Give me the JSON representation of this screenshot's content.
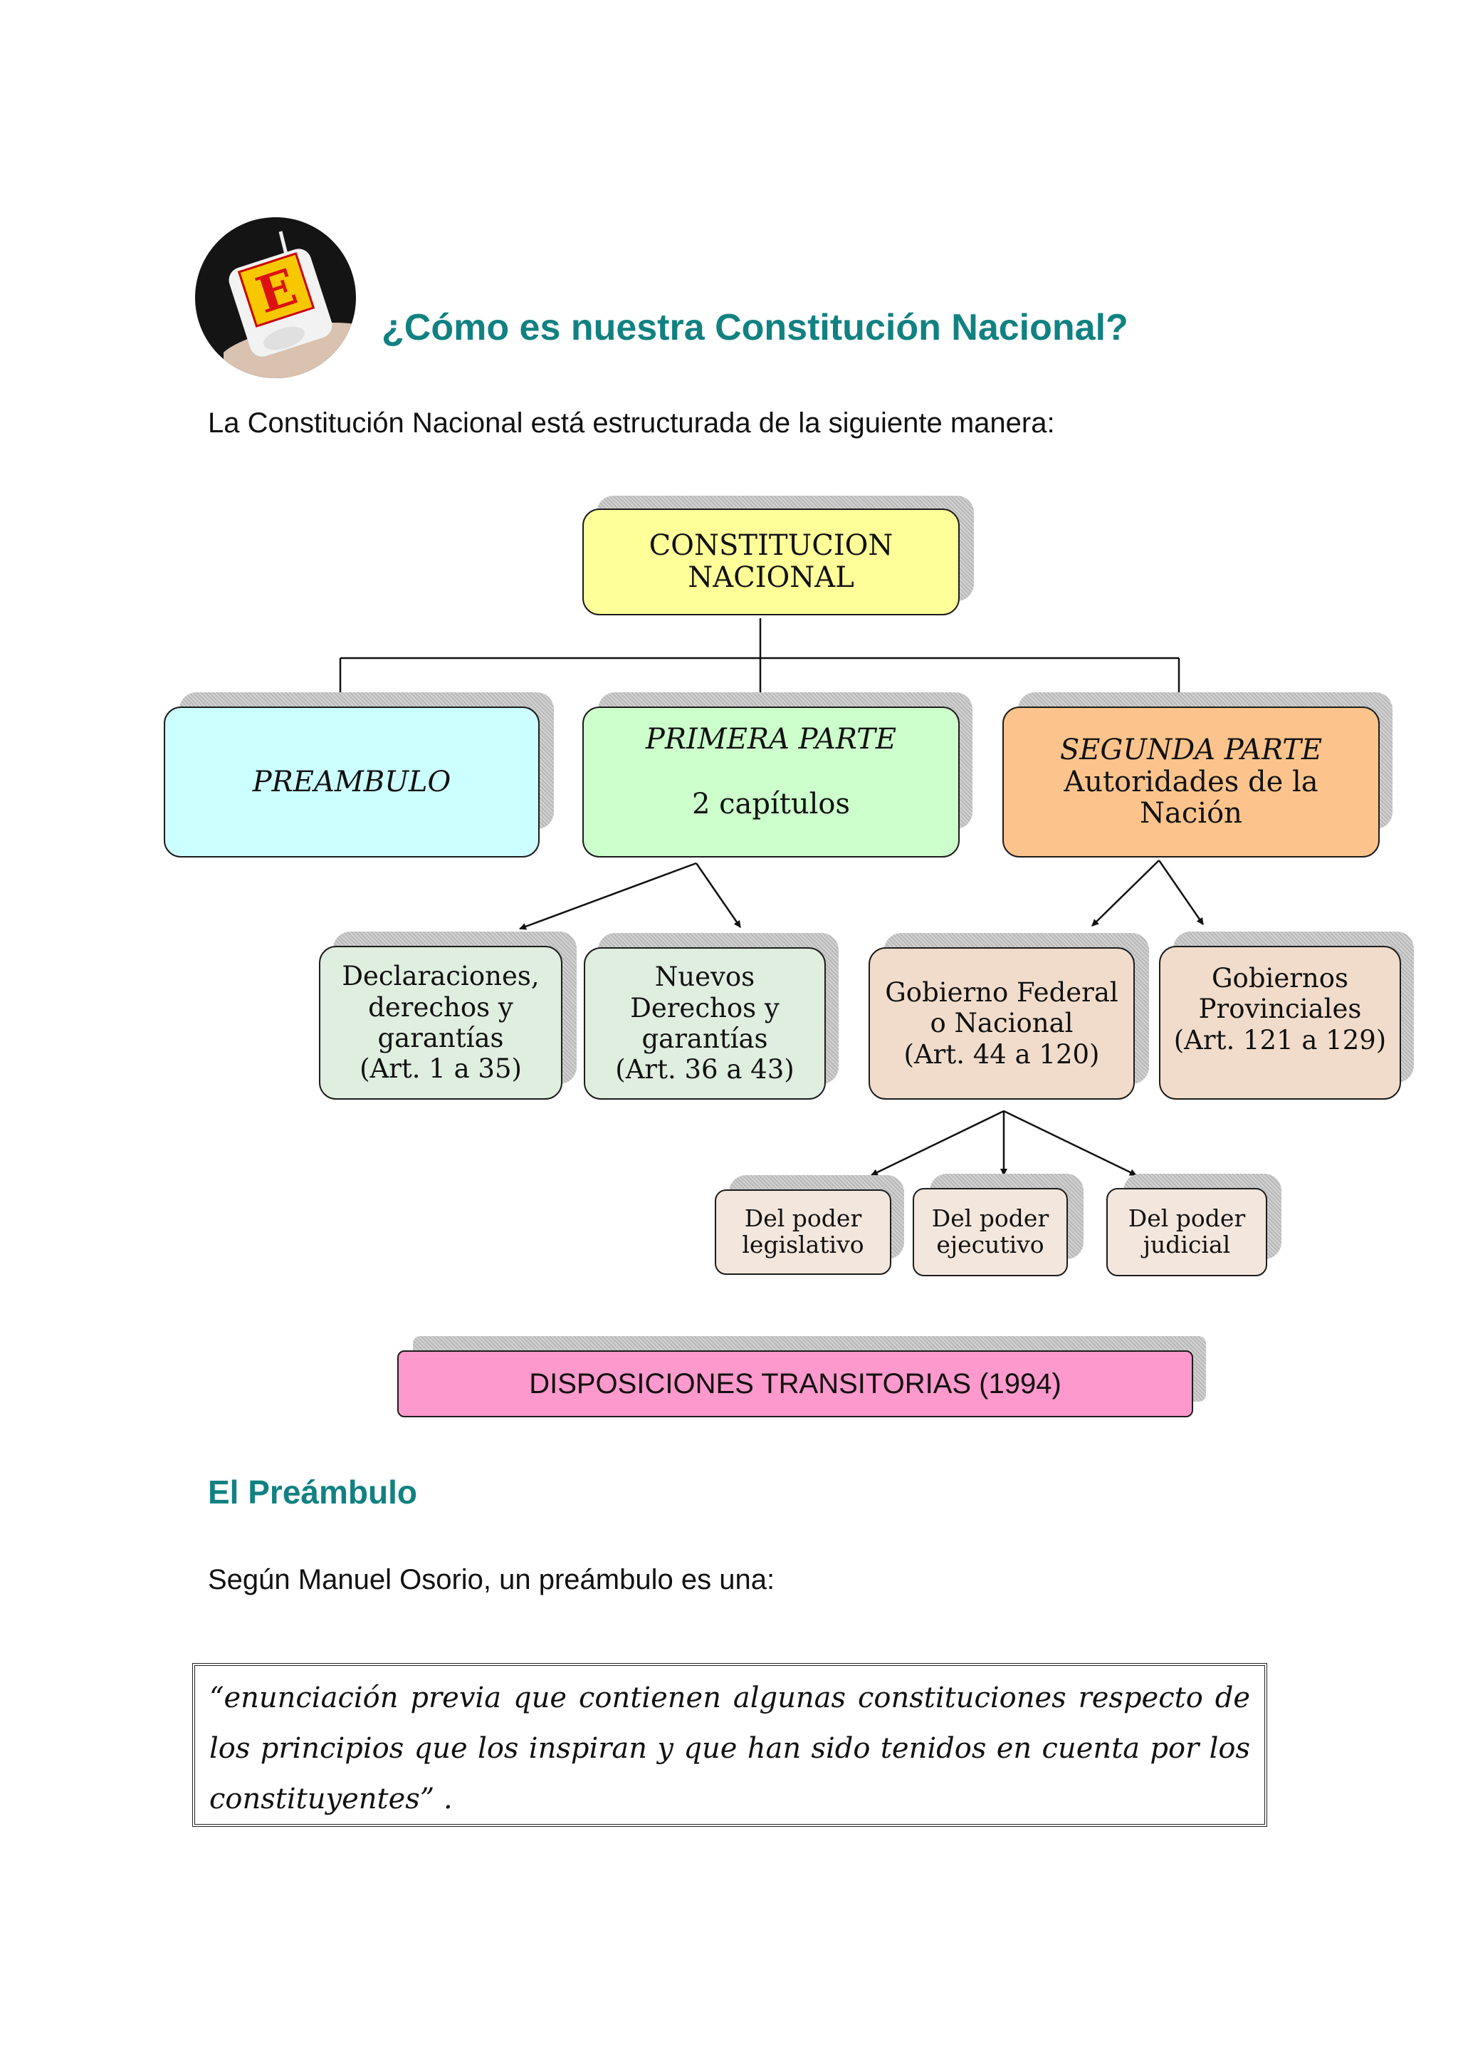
{
  "title": "¿Cómo es nuestra Constitución Nacional?",
  "intro": "La Constitución Nacional está estructurada de la siguiente manera:",
  "logo": {
    "letter": "E"
  },
  "diagram": {
    "root": {
      "line1": "CONSTITUCION",
      "line2": "NACIONAL"
    },
    "preambulo": {
      "label": "PREAMBULO"
    },
    "primera": {
      "title": "PRIMERA PARTE",
      "sub": "2 capítulos"
    },
    "segunda": {
      "title": "SEGUNDA PARTE",
      "sub1": "Autoridades de la",
      "sub2": "Nación"
    },
    "declaraciones": {
      "l1": "Declaraciones,",
      "l2": "derechos y",
      "l3": "garantías",
      "l4": "(Art. 1 a 35)"
    },
    "nuevos": {
      "l1": "Nuevos",
      "l2": "Derechos y",
      "l3": "garantías",
      "l4": "(Art. 36 a 43)"
    },
    "federal": {
      "l1": "Gobierno Federal",
      "l2": "o Nacional",
      "l3": "(Art. 44 a 120)"
    },
    "provinciales": {
      "l1": "Gobiernos",
      "l2": "Provinciales",
      "l3": "(Art. 121 a 129)"
    },
    "legislativo": {
      "l1": "Del poder",
      "l2": "legislativo"
    },
    "ejecutivo": {
      "l1": "Del poder",
      "l2": "ejecutivo"
    },
    "judicial": {
      "l1": "Del poder",
      "l2": "judicial"
    },
    "transitorias": {
      "label": "DISPOSICIONES TRANSITORIAS (1994)"
    }
  },
  "preambulo_section": {
    "heading": "El Preámbulo",
    "intro": "Según Manuel Osorio, un preámbulo es una:",
    "quote": "“enunciación previa que contienen algunas constituciones respecto de los principios que los inspiran y que han sido tenidos en cuenta por los constituyentes” ."
  },
  "colors": {
    "title": "#118181",
    "root": "#ffff99",
    "preambulo": "#ccffff",
    "primera": "#ccffcc",
    "segunda": "#fcc48c",
    "derechos": "#dfeedf",
    "gobiernos": "#f1dccb",
    "poderes": "#f3e6dc",
    "transitorias": "#fd99cc"
  }
}
